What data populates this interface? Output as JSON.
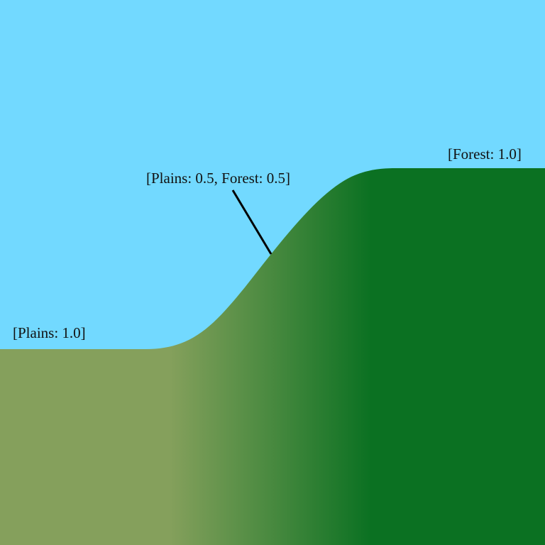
{
  "labels": {
    "plains_full": "[Plains: 1.0]",
    "blend_mid": "[Plains: 0.5, Forest: 0.5]",
    "forest_full": "[Forest: 1.0]"
  },
  "colors": {
    "sky": "#72d9ff",
    "plains": "#85a05c",
    "forest": "#0b7122",
    "pointer": "#000000"
  },
  "blend": {
    "plains_weight_left": 1.0,
    "plains_weight_mid": 0.5,
    "forest_weight_mid": 0.5,
    "forest_weight_right": 1.0
  }
}
